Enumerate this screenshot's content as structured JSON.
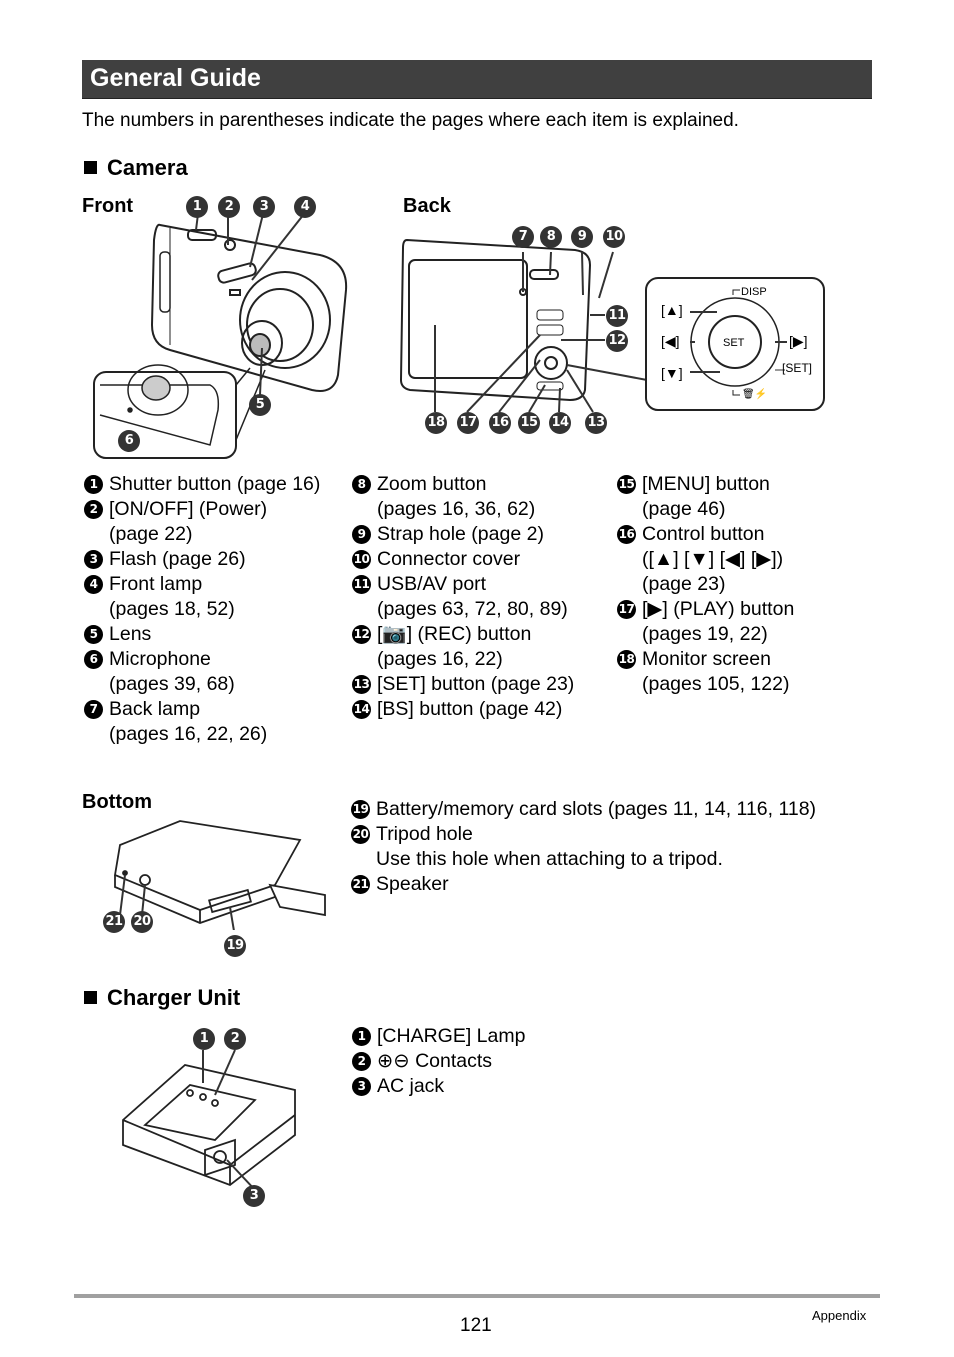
{
  "header": {
    "title": "General Guide"
  },
  "intro": "The numbers in parentheses indicate the pages where each item is explained.",
  "camera": {
    "heading": "Camera",
    "front_label": "Front",
    "back_label": "Back",
    "bottom_label": "Bottom",
    "dpad_labels": {
      "up": "[▲]",
      "left": "[◀]",
      "right": "[▶]",
      "down": "[▼]",
      "set": "SET",
      "set_bracket": "[SET]",
      "disp": "DISP"
    },
    "front_callouts": [
      "1",
      "2",
      "3",
      "4",
      "5",
      "6"
    ],
    "back_callouts": [
      "7",
      "8",
      "9",
      "10",
      "11",
      "12",
      "18",
      "17",
      "16",
      "15",
      "14",
      "13"
    ],
    "bottom_callouts": [
      "21",
      "20",
      "19"
    ],
    "items_col1": [
      {
        "num": "1",
        "text": "Shutter button (page 16)",
        "cont": ""
      },
      {
        "num": "2",
        "text": "[ON/OFF] (Power)",
        "cont": "(page 22)"
      },
      {
        "num": "3",
        "text": "Flash (page 26)",
        "cont": ""
      },
      {
        "num": "4",
        "text": "Front lamp",
        "cont": "(pages 18, 52)"
      },
      {
        "num": "5",
        "text": "Lens",
        "cont": ""
      },
      {
        "num": "6",
        "text": "Microphone",
        "cont": "(pages 39, 68)"
      },
      {
        "num": "7",
        "text": "Back lamp",
        "cont": "(pages 16, 22, 26)"
      }
    ],
    "items_col2": [
      {
        "num": "8",
        "text": "Zoom button",
        "cont": "(pages 16, 36, 62)"
      },
      {
        "num": "9",
        "text": "Strap hole (page 2)",
        "cont": ""
      },
      {
        "num": "10",
        "text": "Connector cover",
        "cont": ""
      },
      {
        "num": "11",
        "text": "USB/AV port",
        "cont": "(pages 63, 72, 80, 89)"
      },
      {
        "num": "12",
        "text": "[📷] (REC) button",
        "cont": "(pages 16, 22)"
      },
      {
        "num": "13",
        "text": "[SET] button (page 23)",
        "cont": ""
      },
      {
        "num": "14",
        "text": "[BS] button (page 42)",
        "cont": ""
      }
    ],
    "items_col3": [
      {
        "num": "15",
        "text": "[MENU] button",
        "cont": "(page 46)"
      },
      {
        "num": "16",
        "text": "Control button",
        "cont": "([▲] [▼] [◀] [▶])\n(page 23)"
      },
      {
        "num": "17",
        "text": "[▶] (PLAY) button",
        "cont": "(pages 19, 22)"
      },
      {
        "num": "18",
        "text": "Monitor screen",
        "cont": "(pages 105, 122)"
      }
    ],
    "items_bottom": [
      {
        "num": "19",
        "text": "Battery/memory card slots (pages 11, 14, 116, 118)",
        "cont": ""
      },
      {
        "num": "20",
        "text": "Tripod hole",
        "cont": "Use this hole when attaching to a tripod."
      },
      {
        "num": "21",
        "text": "Speaker",
        "cont": ""
      }
    ]
  },
  "charger": {
    "heading": "Charger Unit",
    "callouts": [
      "1",
      "2",
      "3"
    ],
    "items": [
      {
        "num": "1",
        "text": "[CHARGE] Lamp",
        "cont": ""
      },
      {
        "num": "2",
        "text": "⊕⊖ Contacts",
        "cont": ""
      },
      {
        "num": "3",
        "text": "AC jack",
        "cont": ""
      }
    ]
  },
  "footer": {
    "page_number": "121",
    "section": "Appendix"
  }
}
